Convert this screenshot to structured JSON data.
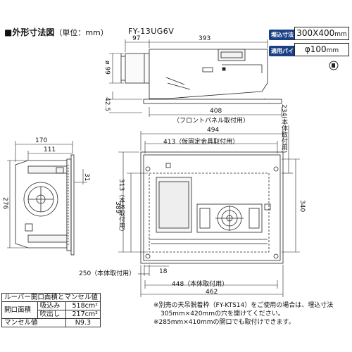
{
  "header": {
    "title": "■外形寸法図",
    "unit": "（単位：mm）",
    "model": "FY-13UG6V"
  },
  "specs": {
    "opening_tag": "埋込寸法",
    "opening_value": "300X400",
    "opening_unit": "mm",
    "pipe_tag": "適用パイプ",
    "pipe_value": "φ100",
    "pipe_unit": "mm"
  },
  "dims": {
    "top_97": "97",
    "top_393": "393",
    "side_99": "ø 99",
    "side_42_5": "42.5",
    "w_408": "408",
    "w_408_note": "（フロントパネル取付用）",
    "h_234": "234(本体取付用)",
    "w_494": "494",
    "w_413": "413（仮固定金具取付用）",
    "left_170": "170",
    "left_111": "111",
    "left_31": "31",
    "left_276": "276",
    "h_389": "389",
    "h_313": "313（本体取付用）",
    "h_340": "340",
    "w_250": "250（本体取付用）",
    "w_18": "18",
    "w_448": "448（本体取付用）",
    "w_462": "462"
  },
  "louver_table": {
    "title": "ルーバー開口面積とマンセル値",
    "row1_label": "開口面積",
    "row1_sub1": "吸込み",
    "row1_val1": "518cm²",
    "row1_sub2": "吹出し",
    "row1_val2": "217cm²",
    "row2_label": "マンセル値",
    "row2_val": "N9.3"
  },
  "notes": {
    "line1": "※別売の天吊脱着枠（FY-KTS14）をご使用の場合は、埋込寸法",
    "line2": "305mm×420mmの穴を開けてください。",
    "line3": "※285mm×410mmの開口でも取付けできます。"
  }
}
